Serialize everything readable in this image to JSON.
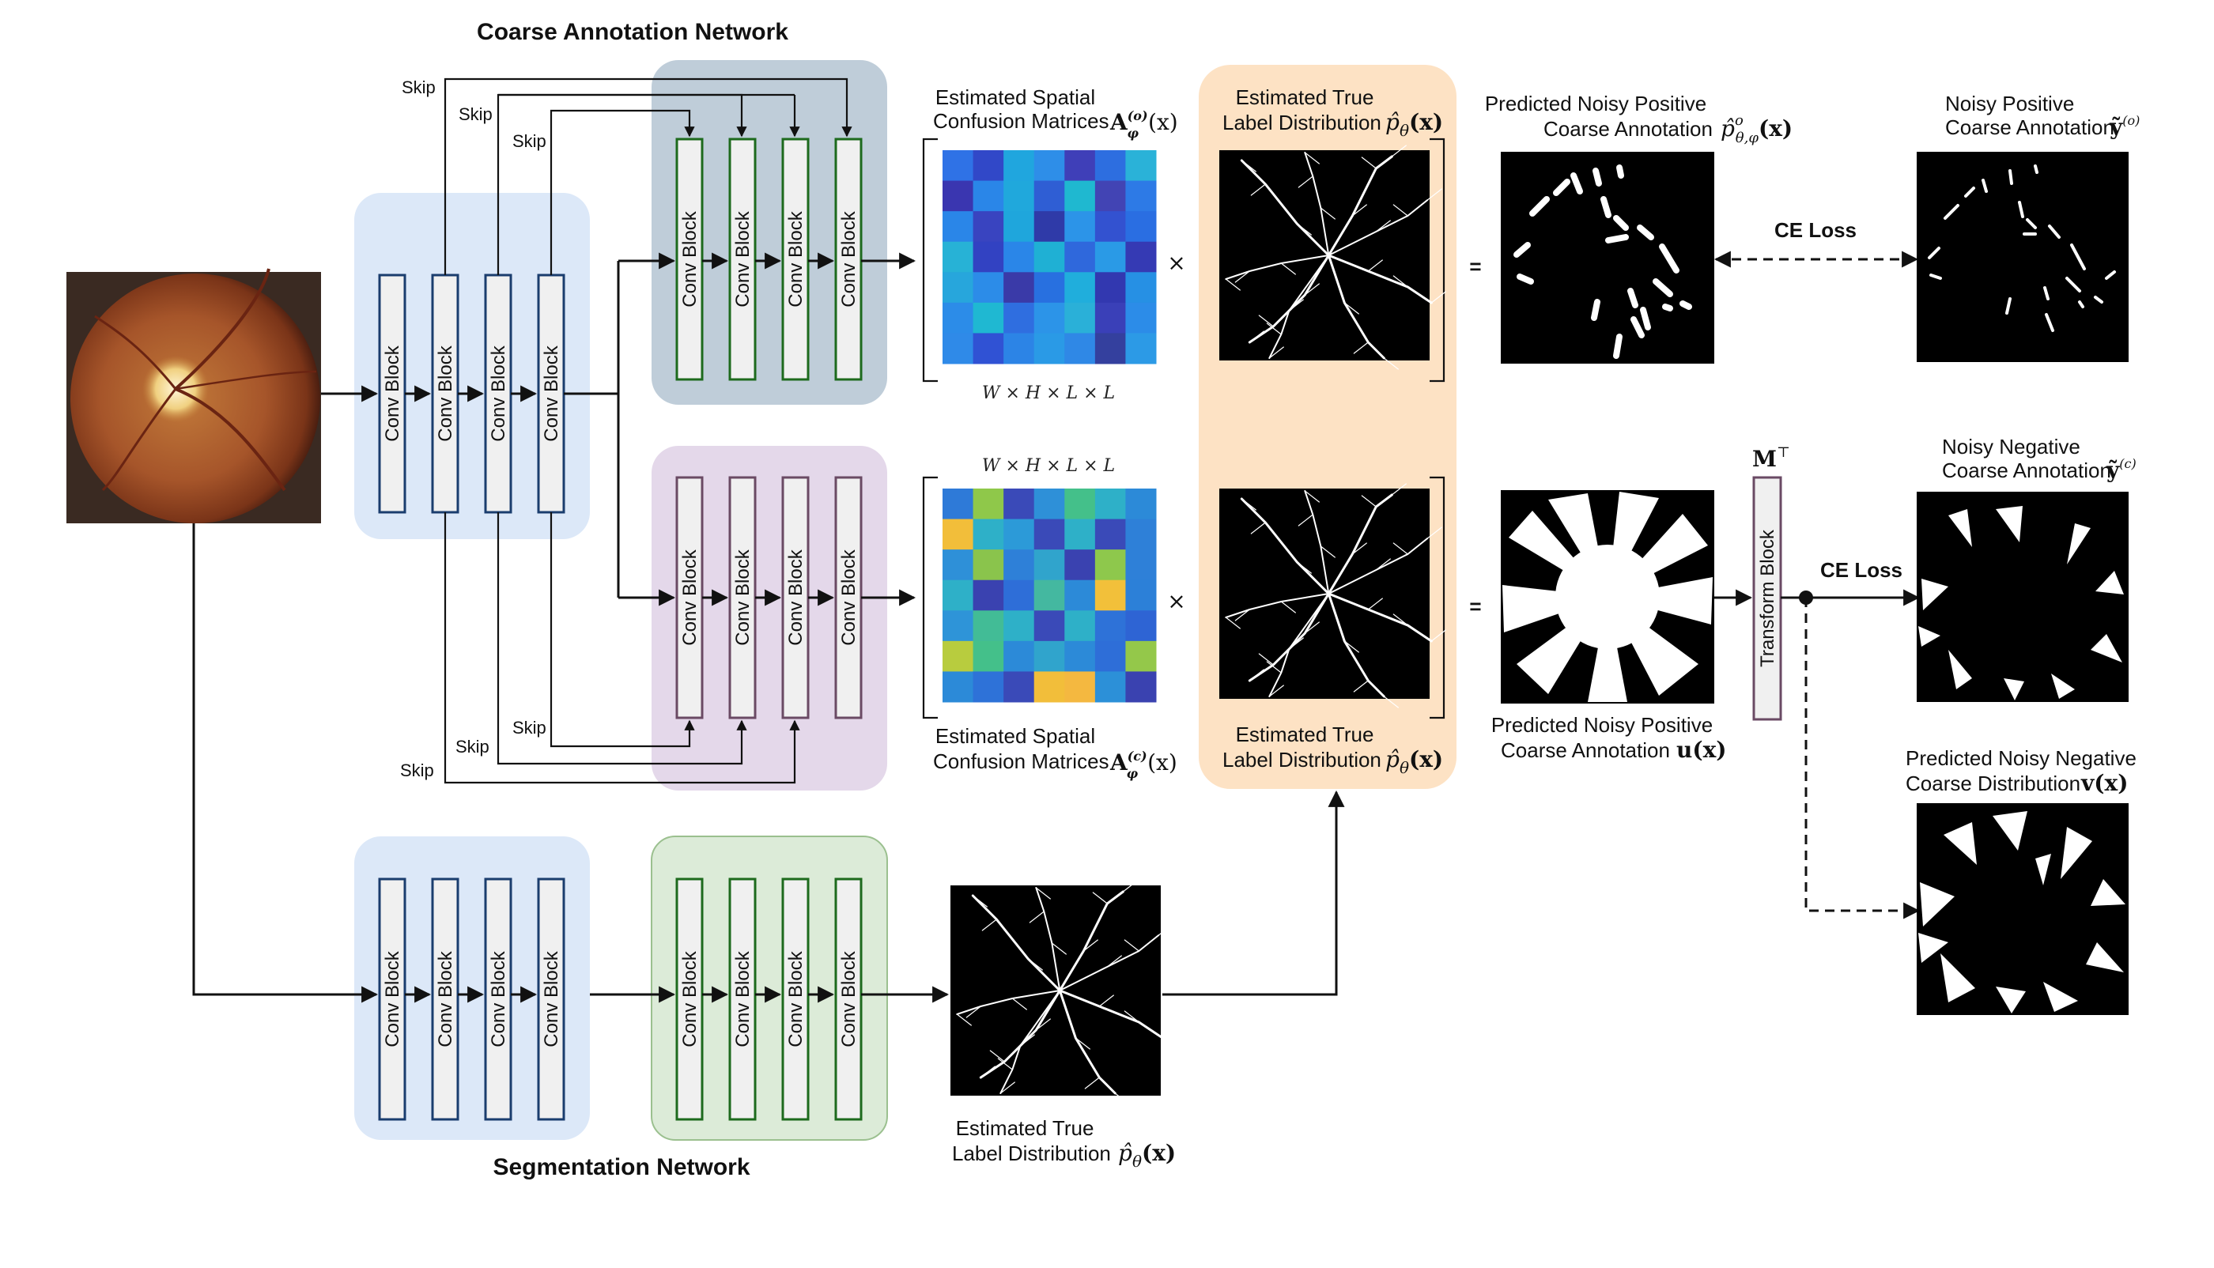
{
  "titles": {
    "coarse_network": "Coarse Annotation Network",
    "segmentation_network": "Segmentation Network"
  },
  "blocks": {
    "conv_label": "Conv Block",
    "transform_label": "Transform Block"
  },
  "skip_labels": [
    "Skip",
    "Skip",
    "Skip",
    "Skip",
    "Skip",
    "Skip"
  ],
  "confusion": {
    "top_label_line1": "Estimated Spatial",
    "top_label_line2": "Confusion Matrices",
    "top_math": "A",
    "top_math_sup": "(o)",
    "top_math_sub": "φ",
    "top_math_arg": "(x)",
    "bottom_label_line1": "Estimated Spatial",
    "bottom_label_line2": "Confusion Matrices",
    "bottom_math": "A",
    "bottom_math_sup": "(c)",
    "bottom_math_sub": "φ",
    "bottom_math_arg": "(x)",
    "dims": "W × H × L × L",
    "times": "×",
    "equals": "="
  },
  "true_label": {
    "line1": "Estimated True",
    "line2": "Label Distribution",
    "math": "p̂",
    "math_sub": "θ",
    "math_arg": "(x)"
  },
  "outputs": {
    "pred_pos_line1": "Predicted Noisy Positive",
    "pred_pos_line2": "Coarse Annotation",
    "pred_pos_math": "p̂",
    "pred_pos_math_sup": "o",
    "pred_pos_math_sub": "θ,φ",
    "pred_pos_math_arg": "(x)",
    "pred_neg_line1": "Predicted Noisy Positive",
    "pred_neg_line2": "Coarse Annotation",
    "pred_neg_math": "u(x)",
    "noisy_pos_line1": "Noisy Positive",
    "noisy_pos_line2": "Coarse Annotation",
    "noisy_pos_math": "ỹ",
    "noisy_pos_sup": "(o)",
    "noisy_neg_line1": "Noisy Negative",
    "noisy_neg_line2": "Coarse Annotation",
    "noisy_neg_math": "ỹ",
    "noisy_neg_sup": "(c)",
    "pred_dist_line1": "Predicted Noisy Negative",
    "pred_dist_line2": "Coarse Distribution",
    "pred_dist_math": "v(x)",
    "ce_loss": "CE Loss",
    "transpose": "M",
    "transpose_sup": "⊤"
  },
  "colors": {
    "encoder_blue": "#dce8f8",
    "coarse_top": "#bfcdd9",
    "coarse_bottom": "#e4d8ea",
    "decoder_green": "#dcebd8",
    "true_label_orange": "#fde2c4",
    "block_blue": "#1a3d6e",
    "block_green": "#1d6a1d",
    "block_purple": "#6a4a64"
  },
  "matrix_top_colors": [
    "#2f72e6",
    "#3148c8",
    "#20a6de",
    "#2e8ee8",
    "#3f3fb8",
    "#2d6ee0",
    "#2ab2d8",
    "#3a36b0",
    "#2a86e8",
    "#20a8dc",
    "#2f5ed4",
    "#1fb8d0",
    "#4244b4",
    "#2d7ae6",
    "#2a86e8",
    "#3944c0",
    "#1fa6dc",
    "#2f3aa8",
    "#2c94e8",
    "#3352d0",
    "#2a6ee2",
    "#27b2d6",
    "#3242c2",
    "#2a86e8",
    "#1fb0d4",
    "#2f68dc",
    "#2a9ae6",
    "#353ab4",
    "#27a6dc",
    "#2c8ce8",
    "#3a3aa8",
    "#2870e0",
    "#20aedc",
    "#3238b0",
    "#2690e4",
    "#2c8ce8",
    "#1fb8d2",
    "#2f6ee0",
    "#2c94e8",
    "#2ab0d8",
    "#3a40b8",
    "#2c8ce8",
    "#2f8ae8",
    "#3052d4",
    "#2c84e6",
    "#2a9ae6",
    "#2f88e6",
    "#34409e",
    "#2c9ae6"
  ],
  "matrix_bottom_colors": [
    "#2e7ad8",
    "#8fc84a",
    "#3a4ab8",
    "#2e90d8",
    "#44c08a",
    "#2eb0c8",
    "#2c8ad8",
    "#f2be3a",
    "#2eb0c8",
    "#2c9ad8",
    "#3a4ab8",
    "#2eb0c8",
    "#3a4ab8",
    "#2e80d8",
    "#2e90d8",
    "#8ac44c",
    "#2e80d8",
    "#30a4cc",
    "#3a42b0",
    "#8ec84c",
    "#2e80d8",
    "#2eb0c8",
    "#3a42b0",
    "#2e6ed8",
    "#44b8a0",
    "#2c8ad8",
    "#f2c03a",
    "#2c80d8",
    "#2e94d8",
    "#42bc96",
    "#2eb0c8",
    "#3a4ab8",
    "#2eb0c8",
    "#2e72d8",
    "#2e64d4",
    "#b8cc3e",
    "#44c08a",
    "#2c8ad8",
    "#30a4cc",
    "#2c8ad8",
    "#2e6ed8",
    "#94c84a",
    "#2c8ad8",
    "#2e72d8",
    "#3a4ab8",
    "#f2be3a",
    "#f4b840",
    "#2c90d8",
    "#3a42b0"
  ]
}
